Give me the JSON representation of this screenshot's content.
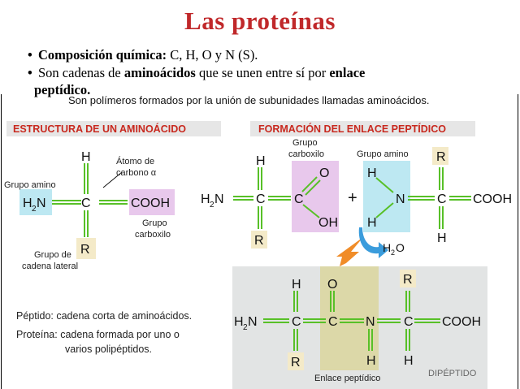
{
  "header": {
    "title": "Las proteínas",
    "bullet1_label": "Composición química:",
    "bullet1_text": " C, H, O y N (S).",
    "bullet2_prefix": "Son cadenas de ",
    "bullet2_bold1": "aminoácidos",
    "bullet2_mid": " que se unen entre sí por ",
    "bullet2_bold2": "enlace",
    "bullet2_bold3": "peptídico."
  },
  "figure": {
    "intro": "Son polímeros formados por la unión de subunidades llamadas aminoácidos.",
    "left_panel": {
      "heading": "ESTRUCTURA DE UN AMINOÁCIDO",
      "amino_group_label": "Grupo amino",
      "alpha_carbon_label_1": "Átomo de",
      "alpha_carbon_label_2": "carbono α",
      "carboxyl_label_1": "Grupo",
      "carboxyl_label_2": "carboxilo",
      "side_chain_label_1": "Grupo de",
      "side_chain_label_2": "cadena lateral",
      "atom_H": "H",
      "atom_C": "C",
      "atom_R": "R",
      "amine_H": "H",
      "amine_sub": "2",
      "amine_N": "N",
      "cooh": "COOH",
      "peptide_def": "Péptido: cadena corta de aminoácidos.",
      "protein_def_1": "Proteína: cadena formada por uno o",
      "protein_def_2": "varios polipéptidos."
    },
    "right_panel": {
      "heading": "FORMACIÓN DEL ENLACE PEPTÍDICO",
      "carboxyl_label_1": "Grupo",
      "carboxyl_label_2": "carboxilo",
      "amino_label": "Grupo amino",
      "plus": "+",
      "water_H": "H",
      "water_sub": "2",
      "water_O": "O",
      "bond_label": "Enlace peptídico",
      "product_label": "DIPÉPTIDO",
      "atoms": {
        "H": "H",
        "C": "C",
        "O": "O",
        "OH": "OH",
        "N": "N",
        "R": "R",
        "cooh": "COOH",
        "amine_H": "H",
        "amine_sub": "2",
        "amine_N": "N"
      }
    }
  },
  "colors": {
    "title": "#c0282a",
    "bond_green": "#58c028",
    "heading_bg": "#e6e6e6",
    "heading_text": "#c8281e",
    "amino_box": "#bde8f2",
    "carboxyl_box": "#e8c8ec",
    "side_chain_box": "#f4eac8",
    "product_bg": "#e2e4e4",
    "peptide_bond_box": "#dcd8a8",
    "arrow_orange": "#f08c28",
    "arrow_blue": "#3a9cdc"
  }
}
